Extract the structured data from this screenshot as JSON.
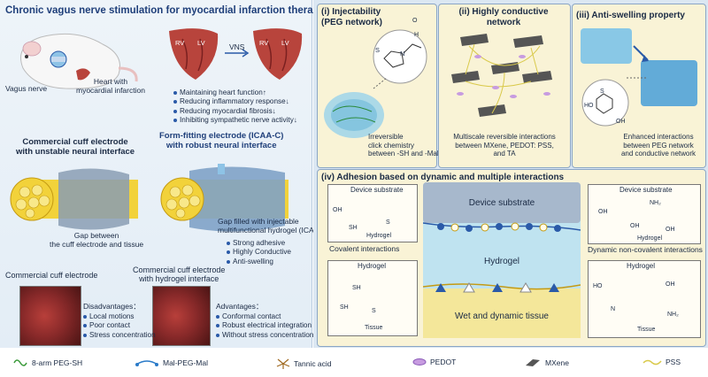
{
  "left": {
    "title": "Chronic vagus nerve stimulation for myocardial infarction therapy",
    "vagus_nerve": "Vagus nerve",
    "heart_label": "Heart with\nmyocardial infarction",
    "rv": "RV",
    "lv": "LV",
    "vns": "VNS",
    "benefits": [
      "Maintaining heart function↑",
      "Reducing inflammatory response↓",
      "Reducing myocardial fibrosis↓",
      "Inhibiting sympathetic nerve activity↓"
    ],
    "commercial_title": "Commercial cuff electrode\nwith unstable neural interface",
    "form_fitting_title": "Form-fitting electrode (ICAA-C)\nwith robust neural interface",
    "gap_label": "Gap between\nthe cuff electrode and tissue",
    "gap_filled_label": "Gap filled with injectable\nmultifunctional hydrogel (ICAA)",
    "icaa_features": [
      "Strong adhesive",
      "Highly Conductive",
      "Anti-swelling"
    ],
    "photo1_caption": "Commercial cuff electrode",
    "photo2_caption": "Commercial cuff electrode\nwith hydrogel interface",
    "disadvantages_title": "Disadvantages：",
    "disadvantages": [
      "Local motions",
      "Poor contact",
      "Stress concentration"
    ],
    "advantages_title": "Advantages：",
    "advantages": [
      "Conformal contact",
      "Robust electrical integration",
      "Without stress concentration"
    ]
  },
  "panels": {
    "p1": {
      "title": "(i) Injectability\n(PEG network)",
      "caption": "Irreversible\nclick chemistry\nbetween -SH and -Mal",
      "chem_s": "S",
      "chem_n": "N",
      "chem_h": "H",
      "chem_o": "O"
    },
    "p2": {
      "title": "(ii) Highly conductive\nnetwork",
      "caption": "Multiscale reversible interactions\nbetween MXene, PEDOT: PSS,\nand TA"
    },
    "p3": {
      "title": "(iii) Anti-swelling property",
      "caption": "Enhanced interactions\nbetween PEG network\nand conductive network",
      "chem_s": "S",
      "chem_ho": "HO",
      "chem_oh": "OH"
    },
    "p4": {
      "title": "(iv) Adhesion based on dynamic and multiple interactions",
      "device_substrate": "Device substrate",
      "hydrogel": "Hydrogel",
      "tissue": "Tissue",
      "covalent": "Covalent interactions",
      "noncovalent": "Dynamic non-covalent interactions",
      "center_device": "Device  substrate",
      "center_hydrogel": "Hydrogel",
      "center_tissue": "Wet and dynamic tissue",
      "chem_oh": "OH",
      "chem_ho": "HO",
      "chem_sh": "SH",
      "chem_s": "S",
      "chem_nh2": "NH₂",
      "chem_n": "N"
    }
  },
  "legend": [
    {
      "icon": "peg-sh-icon",
      "label": "8-arm PEG-SH"
    },
    {
      "icon": "mal-peg-mal-icon",
      "label": "Mal-PEG-Mal"
    },
    {
      "icon": "tannic-acid-icon",
      "label": "Tannic acid"
    },
    {
      "icon": "pedot-icon",
      "label": "PEDOT"
    },
    {
      "icon": "mxene-icon",
      "label": "MXene"
    },
    {
      "icon": "pss-icon",
      "label": "PSS"
    }
  ],
  "colors": {
    "accent_blue": "#1f3f7a",
    "panel_yellow": "#f9f3d6",
    "hydrogel_blue": "#bfe3f0",
    "tissue_yellow": "#f4e79a",
    "heart_red": "#b8443c",
    "nerve_yellow": "#f2d23a"
  }
}
